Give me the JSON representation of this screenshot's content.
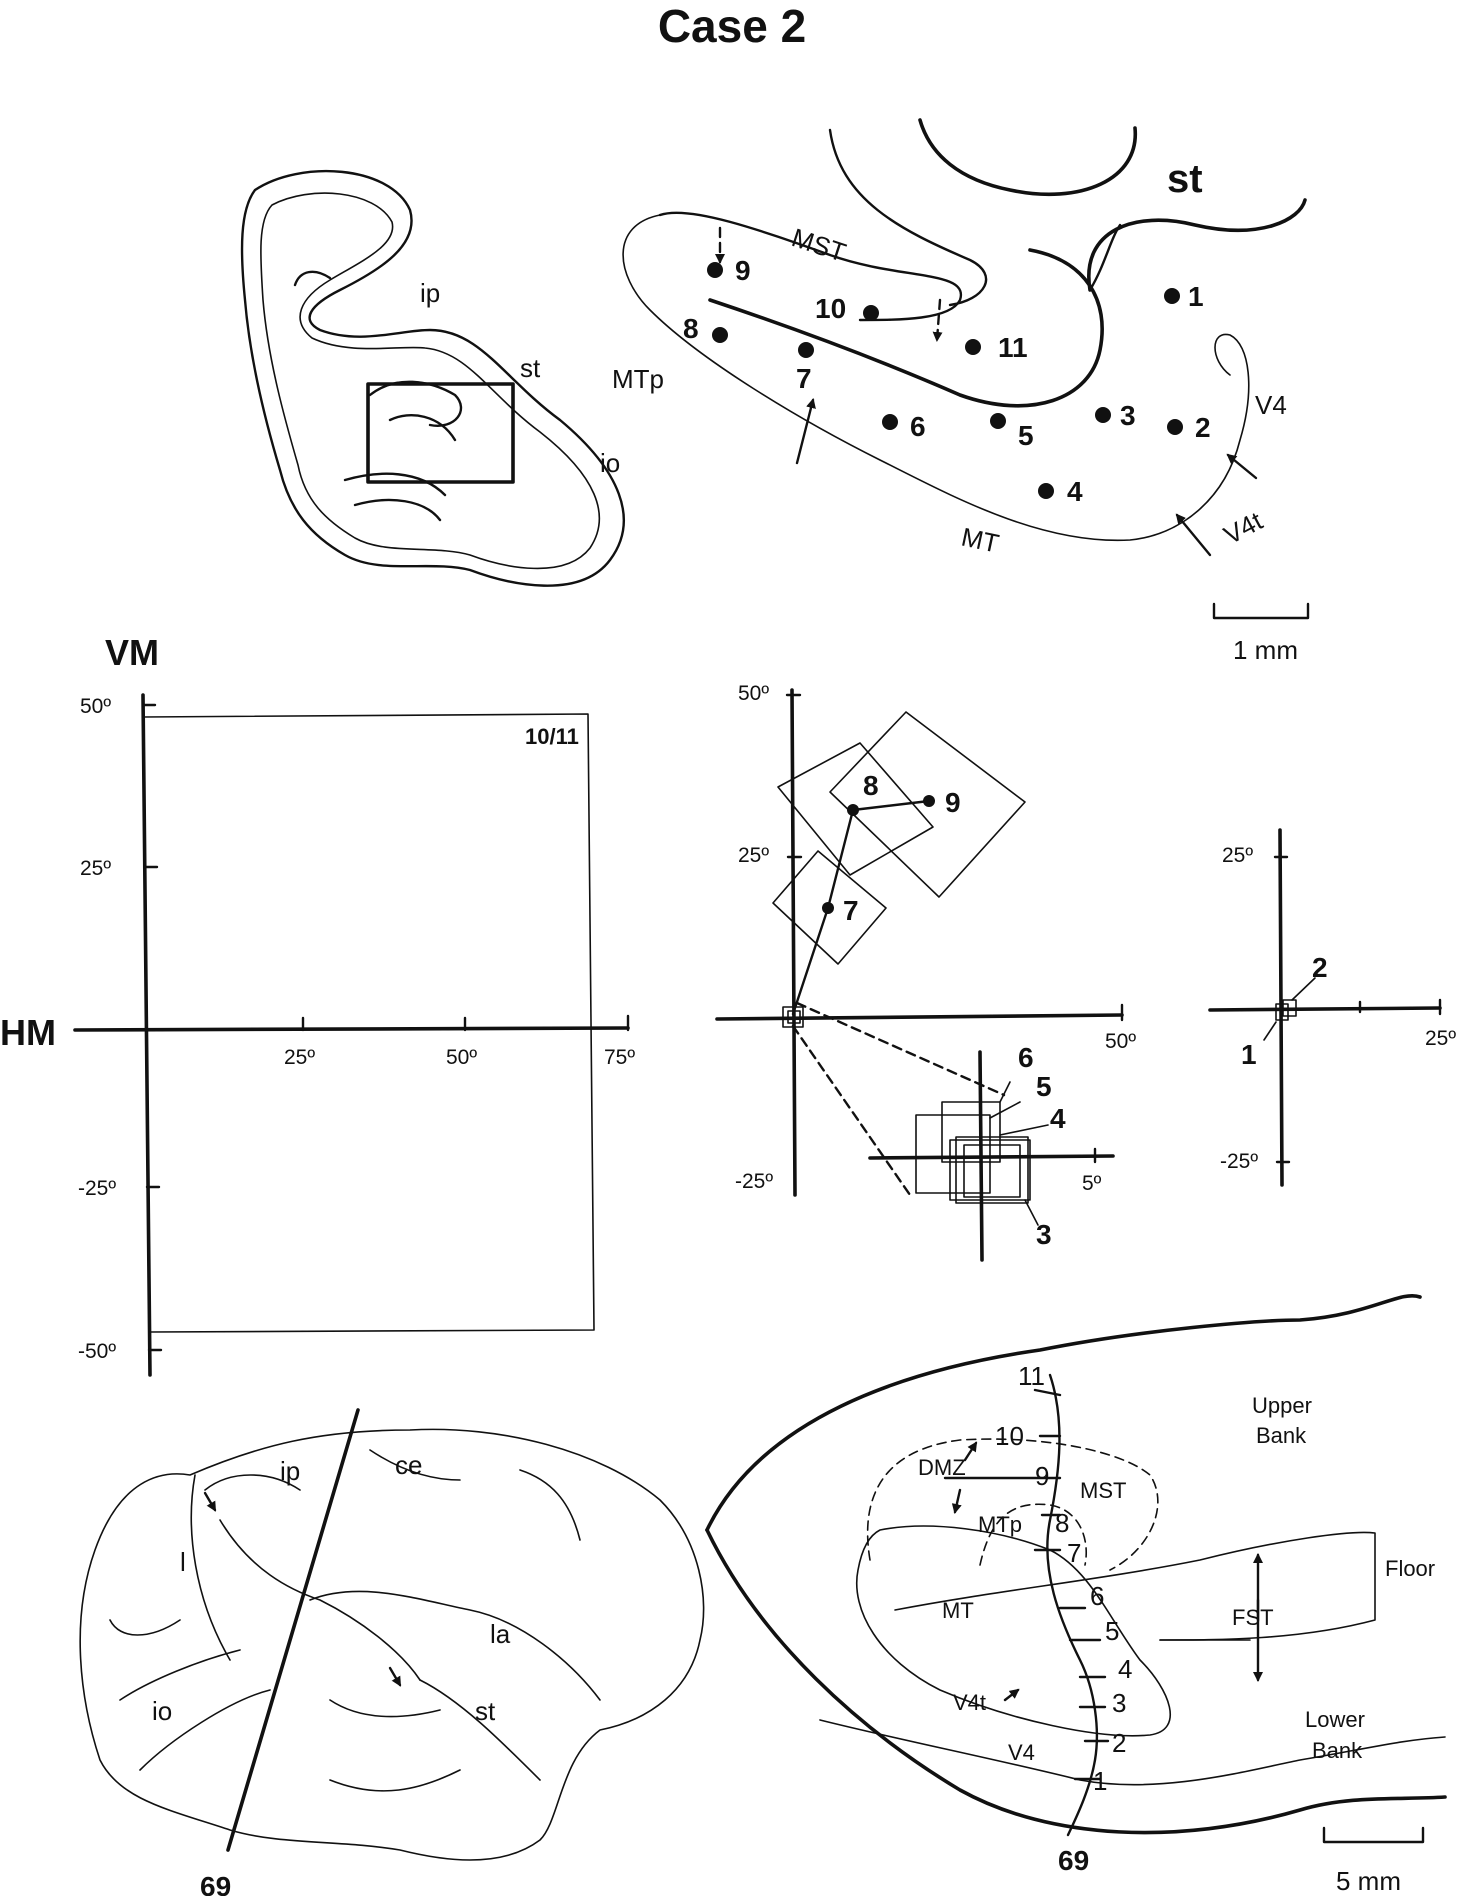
{
  "title": "Case 2",
  "top_left": {
    "labels": {
      "ip": "ip",
      "st": "st",
      "io": "io"
    }
  },
  "top_right": {
    "labels": {
      "st": "st",
      "MST": "MST",
      "MTp": "MTp",
      "MT": "MT",
      "V4": "V4",
      "V4t": "V4t"
    },
    "sites": [
      "1",
      "2",
      "3",
      "4",
      "5",
      "6",
      "7",
      "8",
      "9",
      "10",
      "11"
    ],
    "scale_bar": "1 mm"
  },
  "field_large": {
    "vm": "VM",
    "hm": "HM",
    "y_ticks": [
      "50º",
      "25º",
      "-25º",
      "-50º"
    ],
    "x_ticks": [
      "25º",
      "50º",
      "75º"
    ],
    "box_label": "10/11"
  },
  "field_middle": {
    "y_ticks": [
      "50º",
      "25º",
      "-25º"
    ],
    "x_ticks": [
      "50º",
      "5º"
    ],
    "site_labels": [
      "7",
      "8",
      "9",
      "6",
      "5",
      "4",
      "3"
    ]
  },
  "field_right": {
    "y_ticks": [
      "25º",
      "-25º"
    ],
    "x_ticks": [
      "25º"
    ],
    "site_labels": [
      "1",
      "2"
    ]
  },
  "brain": {
    "labels": {
      "ip": "ip",
      "ce": "ce",
      "l": "l",
      "la": "la",
      "io": "io",
      "st": "st"
    },
    "section": "69"
  },
  "flatmap": {
    "labels": {
      "upper": "Upper",
      "upper2": "Bank",
      "lower": "Lower",
      "lower2": "Bank",
      "floor": "Floor",
      "fst": "FST",
      "mst": "MST",
      "mtp": "MTp",
      "mt": "MT",
      "dmz": "DMZ",
      "v4t": "V4t",
      "v4": "V4"
    },
    "sites": [
      "11",
      "10",
      "9",
      "8",
      "7",
      "6",
      "5",
      "4",
      "3",
      "2",
      "1"
    ],
    "section": "69",
    "scale_bar": "5 mm"
  }
}
